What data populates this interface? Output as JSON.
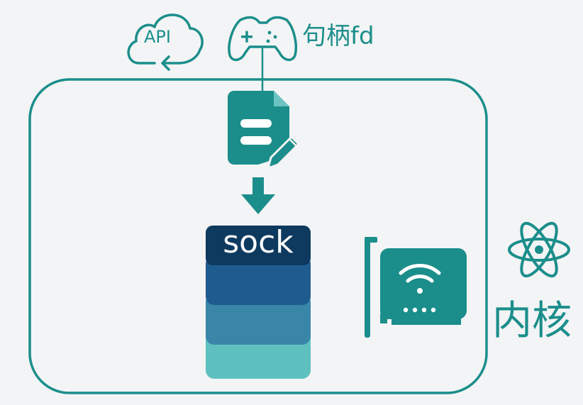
{
  "labels": {
    "api": "API",
    "handle": "句柄fd",
    "sock": "sock",
    "kernel": "内核"
  },
  "icons": [
    "cloud-icon",
    "gamepad-icon",
    "document-edit-icon",
    "down-arrow-icon",
    "network-card-icon",
    "atom-icon"
  ],
  "colors": {
    "teal": "#1b8e8b",
    "sock_dark": "#0e3a5f",
    "sock_layer2": "#1e5c8f",
    "sock_layer3": "#3a86a9",
    "sock_layer4": "#5ec1bf",
    "background": "#f3f4f5"
  }
}
